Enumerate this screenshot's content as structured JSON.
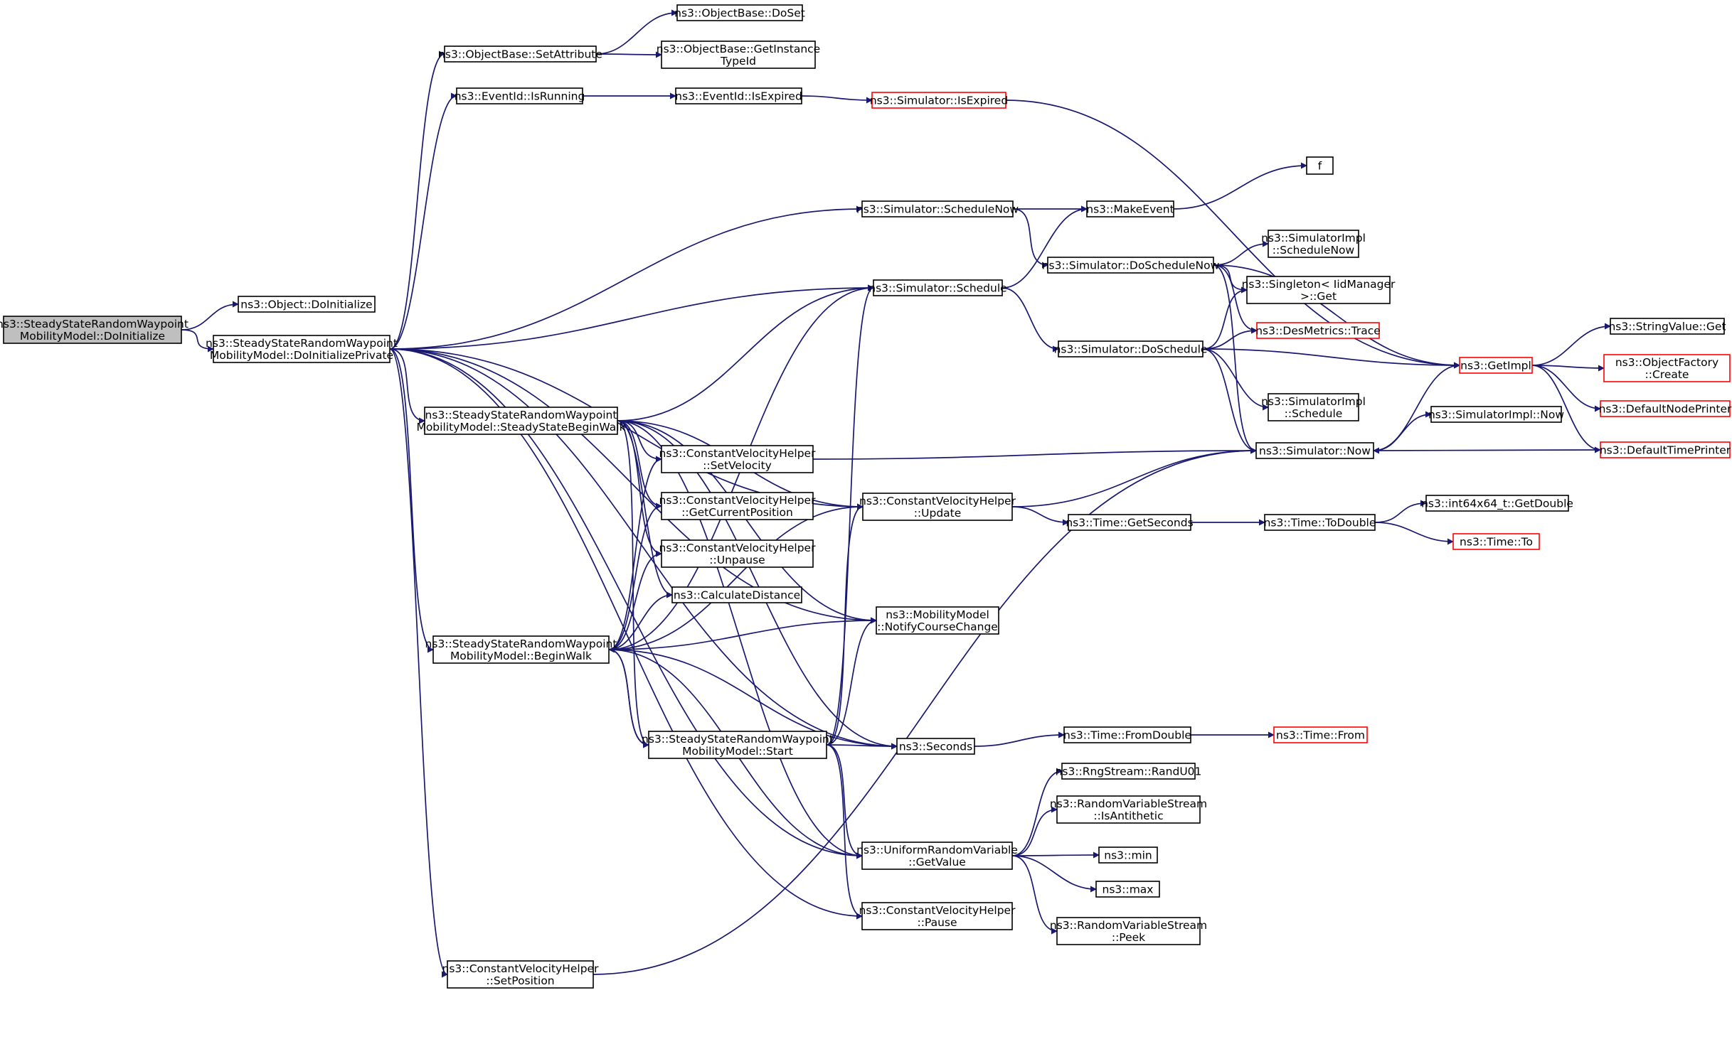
{
  "diagram": {
    "type": "call-graph",
    "edge_color": "#191970",
    "external_border_color": "#ff0000",
    "root_fill": "#bfbfbf",
    "nodes": [
      {
        "id": "root",
        "lines": [
          "ns3::SteadyStateRandomWaypoint",
          "MobilityModel::DoInitialize"
        ],
        "style": "root"
      },
      {
        "id": "object_doinit",
        "lines": [
          "ns3::Object::DoInitialize"
        ]
      },
      {
        "id": "doinitprivate",
        "lines": [
          "ns3::SteadyStateRandomWaypoint",
          "MobilityModel::DoInitializePrivate"
        ]
      },
      {
        "id": "objectbase_setattribute",
        "lines": [
          "ns3::ObjectBase::SetAttribute"
        ]
      },
      {
        "id": "objectbase_doset",
        "lines": [
          "ns3::ObjectBase::DoSet"
        ]
      },
      {
        "id": "objectbase_getinstancetypeid",
        "lines": [
          "ns3::ObjectBase::GetInstance",
          "TypeId"
        ]
      },
      {
        "id": "eventid_isrunning",
        "lines": [
          "ns3::EventId::IsRunning"
        ]
      },
      {
        "id": "eventid_isexpired",
        "lines": [
          "ns3::EventId::IsExpired"
        ]
      },
      {
        "id": "simulator_isexpired",
        "lines": [
          "ns3::Simulator::IsExpired"
        ],
        "style": "external"
      },
      {
        "id": "f",
        "lines": [
          "f"
        ]
      },
      {
        "id": "simulator_schedulenow",
        "lines": [
          "ns3::Simulator::ScheduleNow"
        ]
      },
      {
        "id": "makeevent",
        "lines": [
          "ns3::MakeEvent"
        ]
      },
      {
        "id": "simulator_doschedulenow",
        "lines": [
          "ns3::Simulator::DoScheduleNow"
        ]
      },
      {
        "id": "simulatorimpl_schedulenow",
        "lines": [
          "ns3::SimulatorImpl",
          "::ScheduleNow"
        ]
      },
      {
        "id": "singleton_get",
        "lines": [
          "ns3::Singleton< IidManager",
          ">::Get"
        ]
      },
      {
        "id": "desmetrics_trace",
        "lines": [
          "ns3::DesMetrics::Trace"
        ],
        "style": "external"
      },
      {
        "id": "simulator_schedule",
        "lines": [
          "ns3::Simulator::Schedule"
        ]
      },
      {
        "id": "simulator_doschedule",
        "lines": [
          "ns3::Simulator::DoSchedule"
        ]
      },
      {
        "id": "getimpl",
        "lines": [
          "ns3::GetImpl"
        ],
        "style": "external"
      },
      {
        "id": "stringvalue_get",
        "lines": [
          "ns3::StringValue::Get"
        ]
      },
      {
        "id": "objectfactory_create",
        "lines": [
          "ns3::ObjectFactory",
          "::Create"
        ],
        "style": "external"
      },
      {
        "id": "defaultnodeprinter",
        "lines": [
          "ns3::DefaultNodePrinter"
        ],
        "style": "external"
      },
      {
        "id": "defaulttimeprinter",
        "lines": [
          "ns3::DefaultTimePrinter"
        ],
        "style": "external"
      },
      {
        "id": "simulatorimpl_schedule",
        "lines": [
          "ns3::SimulatorImpl",
          "::Schedule"
        ]
      },
      {
        "id": "simulatorimpl_now",
        "lines": [
          "ns3::SimulatorImpl::Now"
        ]
      },
      {
        "id": "simulator_now",
        "lines": [
          "ns3::Simulator::Now"
        ]
      },
      {
        "id": "steadybeginwalk",
        "lines": [
          "ns3::SteadyStateRandomWaypoint",
          "MobilityModel::SteadyStateBeginWalk"
        ]
      },
      {
        "id": "cvh_setvelocity",
        "lines": [
          "ns3::ConstantVelocityHelper",
          "::SetVelocity"
        ]
      },
      {
        "id": "cvh_getcurrentposition",
        "lines": [
          "ns3::ConstantVelocityHelper",
          "::GetCurrentPosition"
        ]
      },
      {
        "id": "cvh_unpause",
        "lines": [
          "ns3::ConstantVelocityHelper",
          "::Unpause"
        ]
      },
      {
        "id": "calculatedistance",
        "lines": [
          "ns3::CalculateDistance"
        ]
      },
      {
        "id": "cvh_update",
        "lines": [
          "ns3::ConstantVelocityHelper",
          "::Update"
        ]
      },
      {
        "id": "time_getseconds",
        "lines": [
          "ns3::Time::GetSeconds"
        ]
      },
      {
        "id": "time_todouble",
        "lines": [
          "ns3::Time::ToDouble"
        ]
      },
      {
        "id": "int64x64_getdouble",
        "lines": [
          "ns3::int64x64_t::GetDouble"
        ]
      },
      {
        "id": "time_to",
        "lines": [
          "ns3::Time::To"
        ],
        "style": "external"
      },
      {
        "id": "mm_notifycoursechange",
        "lines": [
          "ns3::MobilityModel",
          "::NotifyCourseChange"
        ]
      },
      {
        "id": "beginwalk",
        "lines": [
          "ns3::SteadyStateRandomWaypoint",
          "MobilityModel::BeginWalk"
        ]
      },
      {
        "id": "start",
        "lines": [
          "ns3::SteadyStateRandomWaypoint",
          "MobilityModel::Start"
        ]
      },
      {
        "id": "seconds",
        "lines": [
          "ns3::Seconds"
        ]
      },
      {
        "id": "time_fromdouble",
        "lines": [
          "ns3::Time::FromDouble"
        ]
      },
      {
        "id": "time_from",
        "lines": [
          "ns3::Time::From"
        ],
        "style": "external"
      },
      {
        "id": "rngstream_randu01",
        "lines": [
          "ns3::RngStream::RandU01"
        ]
      },
      {
        "id": "rvs_isantithetic",
        "lines": [
          "ns3::RandomVariableStream",
          "::IsAntithetic"
        ]
      },
      {
        "id": "urv_getvalue",
        "lines": [
          "ns3::UniformRandomVariable",
          "::GetValue"
        ]
      },
      {
        "id": "min",
        "lines": [
          "ns3::min"
        ]
      },
      {
        "id": "max",
        "lines": [
          "ns3::max"
        ]
      },
      {
        "id": "rvs_peek",
        "lines": [
          "ns3::RandomVariableStream",
          "::Peek"
        ]
      },
      {
        "id": "cvh_pause",
        "lines": [
          "ns3::ConstantVelocityHelper",
          "::Pause"
        ]
      },
      {
        "id": "cvh_setposition",
        "lines": [
          "ns3::ConstantVelocityHelper",
          "::SetPosition"
        ]
      }
    ],
    "edges": [
      [
        "root",
        "object_doinit"
      ],
      [
        "root",
        "doinitprivate"
      ],
      [
        "doinitprivate",
        "objectbase_setattribute"
      ],
      [
        "doinitprivate",
        "eventid_isrunning"
      ],
      [
        "doinitprivate",
        "simulator_schedulenow"
      ],
      [
        "doinitprivate",
        "simulator_schedule"
      ],
      [
        "doinitprivate",
        "cvh_update"
      ],
      [
        "doinitprivate",
        "mm_notifycoursechange"
      ],
      [
        "doinitprivate",
        "steadybeginwalk"
      ],
      [
        "doinitprivate",
        "beginwalk"
      ],
      [
        "doinitprivate",
        "seconds"
      ],
      [
        "doinitprivate",
        "urv_getvalue"
      ],
      [
        "doinitprivate",
        "cvh_pause"
      ],
      [
        "doinitprivate",
        "cvh_setposition"
      ],
      [
        "objectbase_setattribute",
        "objectbase_doset"
      ],
      [
        "objectbase_setattribute",
        "objectbase_getinstancetypeid"
      ],
      [
        "eventid_isrunning",
        "eventid_isexpired"
      ],
      [
        "eventid_isexpired",
        "simulator_isexpired"
      ],
      [
        "simulator_isexpired",
        "getimpl"
      ],
      [
        "simulator_schedulenow",
        "makeevent"
      ],
      [
        "simulator_schedulenow",
        "simulator_doschedulenow"
      ],
      [
        "makeevent",
        "f"
      ],
      [
        "simulator_doschedulenow",
        "simulatorimpl_schedulenow"
      ],
      [
        "simulator_doschedulenow",
        "singleton_get"
      ],
      [
        "simulator_doschedulenow",
        "desmetrics_trace"
      ],
      [
        "simulator_doschedulenow",
        "getimpl"
      ],
      [
        "simulator_doschedulenow",
        "simulator_now"
      ],
      [
        "simulator_schedule",
        "makeevent"
      ],
      [
        "simulator_schedule",
        "simulator_doschedule"
      ],
      [
        "simulator_doschedule",
        "singleton_get"
      ],
      [
        "simulator_doschedule",
        "desmetrics_trace"
      ],
      [
        "simulator_doschedule",
        "getimpl"
      ],
      [
        "simulator_doschedule",
        "simulatorimpl_schedule"
      ],
      [
        "simulator_doschedule",
        "simulator_now"
      ],
      [
        "getimpl",
        "stringvalue_get"
      ],
      [
        "getimpl",
        "objectfactory_create"
      ],
      [
        "getimpl",
        "defaultnodeprinter"
      ],
      [
        "getimpl",
        "defaulttimeprinter"
      ],
      [
        "defaulttimeprinter",
        "simulator_now"
      ],
      [
        "simulator_now",
        "getimpl"
      ],
      [
        "simulator_now",
        "simulatorimpl_now"
      ],
      [
        "steadybeginwalk",
        "simulator_schedule"
      ],
      [
        "steadybeginwalk",
        "cvh_setvelocity"
      ],
      [
        "steadybeginwalk",
        "cvh_getcurrentposition"
      ],
      [
        "steadybeginwalk",
        "cvh_unpause"
      ],
      [
        "steadybeginwalk",
        "calculatedistance"
      ],
      [
        "steadybeginwalk",
        "cvh_update"
      ],
      [
        "steadybeginwalk",
        "mm_notifycoursechange"
      ],
      [
        "steadybeginwalk",
        "start"
      ],
      [
        "steadybeginwalk",
        "seconds"
      ],
      [
        "steadybeginwalk",
        "urv_getvalue"
      ],
      [
        "cvh_setvelocity",
        "simulator_now"
      ],
      [
        "cvh_update",
        "simulator_now"
      ],
      [
        "cvh_update",
        "time_getseconds"
      ],
      [
        "time_getseconds",
        "time_todouble"
      ],
      [
        "time_todouble",
        "int64x64_getdouble"
      ],
      [
        "time_todouble",
        "time_to"
      ],
      [
        "beginwalk",
        "simulator_schedule"
      ],
      [
        "beginwalk",
        "cvh_setvelocity"
      ],
      [
        "beginwalk",
        "cvh_getcurrentposition"
      ],
      [
        "beginwalk",
        "cvh_unpause"
      ],
      [
        "beginwalk",
        "calculatedistance"
      ],
      [
        "beginwalk",
        "cvh_update"
      ],
      [
        "beginwalk",
        "mm_notifycoursechange"
      ],
      [
        "beginwalk",
        "start"
      ],
      [
        "beginwalk",
        "seconds"
      ],
      [
        "beginwalk",
        "urv_getvalue"
      ],
      [
        "start",
        "simulator_schedule"
      ],
      [
        "start",
        "cvh_update"
      ],
      [
        "start",
        "mm_notifycoursechange"
      ],
      [
        "start",
        "beginwalk"
      ],
      [
        "start",
        "seconds"
      ],
      [
        "start",
        "urv_getvalue"
      ],
      [
        "start",
        "cvh_pause"
      ],
      [
        "seconds",
        "time_fromdouble"
      ],
      [
        "time_fromdouble",
        "time_from"
      ],
      [
        "urv_getvalue",
        "rngstream_randu01"
      ],
      [
        "urv_getvalue",
        "rvs_isantithetic"
      ],
      [
        "urv_getvalue",
        "min"
      ],
      [
        "urv_getvalue",
        "max"
      ],
      [
        "urv_getvalue",
        "rvs_peek"
      ],
      [
        "cvh_setposition",
        "simulator_now"
      ]
    ]
  }
}
